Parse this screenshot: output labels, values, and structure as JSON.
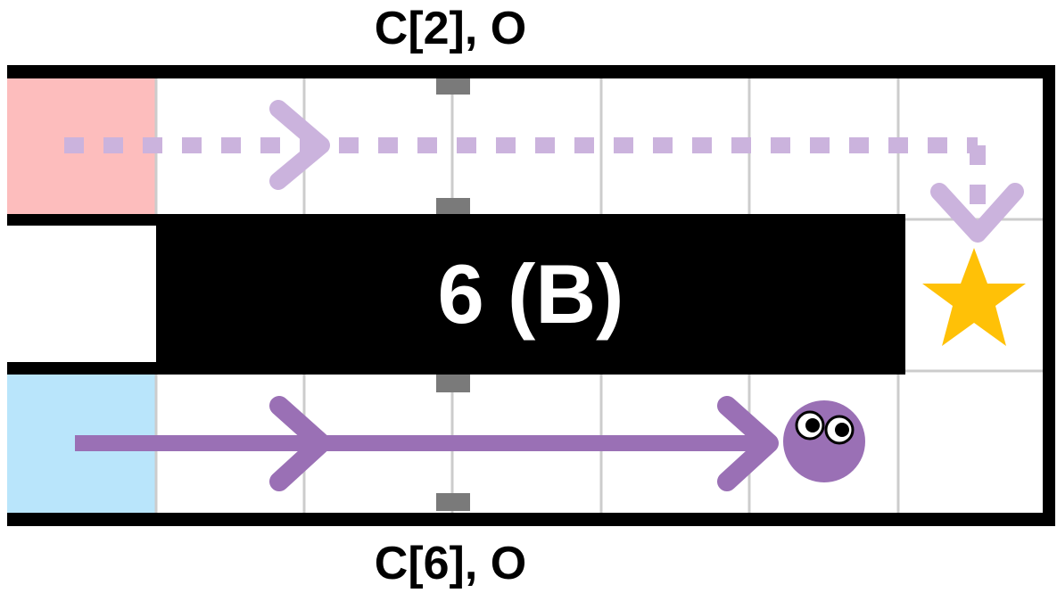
{
  "top_label": "C[2], O",
  "bottom_label": "C[6], O",
  "block_label": "6 (B)",
  "colors": {
    "start_top": "#fdbdbd",
    "start_bottom": "#b9e5fb",
    "wall": "#000000",
    "grid": "#cccccc",
    "marker": "#7a7a7a",
    "path_planned": "#cbb3dd",
    "path_taken": "#9a70b5",
    "goal": "#ffc107",
    "agent": "#9a70b5"
  },
  "icons": {
    "goal": "star-icon",
    "agent": "agent-ball-icon"
  }
}
